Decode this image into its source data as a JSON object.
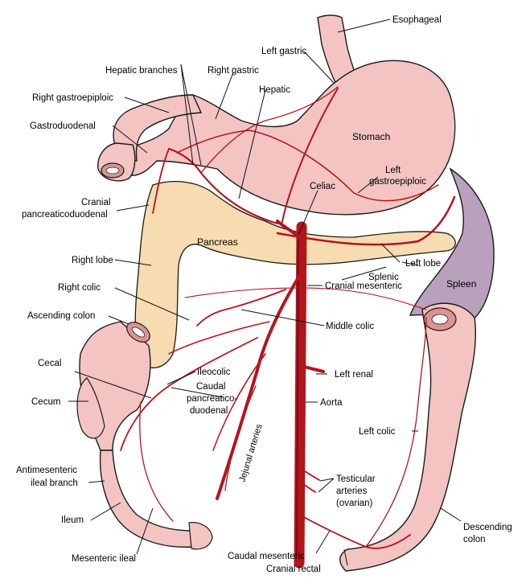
{
  "labels": {
    "esophageal": "Esophageal",
    "left_gastric": "Left gastric",
    "hepatic_branches": "Hepatic branches",
    "right_gastric": "Right gastric",
    "right_gastroepiploic": "Right gastroepiploic",
    "hepatic": "Hepatic",
    "gastroduodenal": "Gastroduodenal",
    "stomach": "Stomach",
    "left_gastroepiploic_1": "Left",
    "left_gastroepiploic_2": "gastroepiploic",
    "cranial_pd_1": "Cranial",
    "cranial_pd_2": "pancreaticoduodenal",
    "celiac": "Celiac",
    "pancreas": "Pancreas",
    "right_lobe": "Right lobe",
    "splenic": "Splenic",
    "left_lobe": "Left lobe",
    "right_colic": "Right colic",
    "cranial_mesenteric": "Cranial mesenteric",
    "spleen": "Spleen",
    "ascending_colon": "Ascending colon",
    "middle_colic": "Middle colic",
    "cecal": "Cecal",
    "ileocolic": "Ileocolic",
    "left_renal": "Left renal",
    "cecum": "Cecum",
    "caudal_pd_1": "Caudal",
    "caudal_pd_2": "pancreatico-",
    "caudal_pd_3": "duodenal",
    "aorta": "Aorta",
    "jejunal_arteries": "Jejunal arteries",
    "left_colic": "Left colic",
    "antimesenteric_1": "Antimesenteric",
    "antimesenteric_2": "ileal branch",
    "testicular_1": "Testicular",
    "testicular_2": "arteries",
    "testicular_3": "(ovarian)",
    "ileum": "Ileum",
    "descending_colon_1": "Descending",
    "descending_colon_2": "colon",
    "mesenteric_ileal": "Mesenteric ileal",
    "caudal_mesenteric": "Caudal mesenteric",
    "cranial_rectal": "Cranial rectal"
  },
  "colors": {
    "tissue_pink": "#f3c4c2",
    "tissue_shadow": "#dc9492",
    "pancreas": "#f6dcb0",
    "pancreas_shadow": "#e2b97f",
    "spleen": "#b9a1bd",
    "artery": "#b3151c",
    "artery_dark": "#7c0b10",
    "outline": "#1a1a1a"
  }
}
